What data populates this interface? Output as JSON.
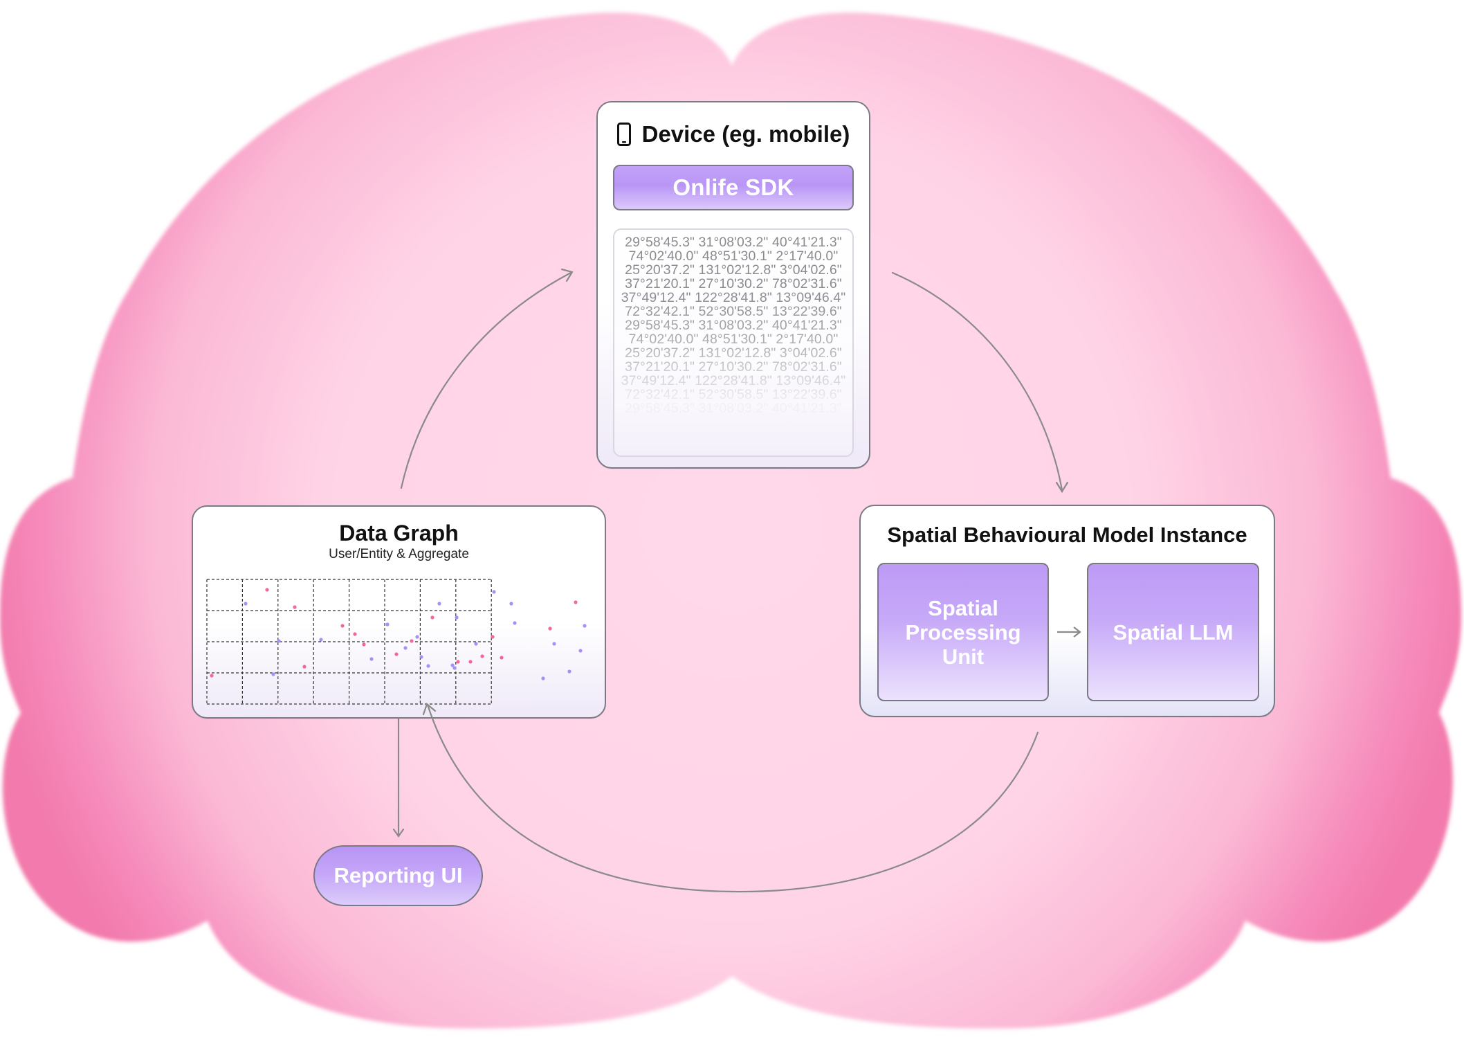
{
  "colors": {
    "brain_edge": "#f27aac",
    "brain_center": "#ffd9e9",
    "card_border": "#7a7a86",
    "purple_box": "#bd9bf6",
    "dot_purple": "#a98ff4",
    "dot_pink": "#f0669f",
    "arrow": "#8a8a8a"
  },
  "device": {
    "title": "Device (eg. mobile)",
    "icon": "smartphone-icon",
    "sdk_label": "Onlife SDK",
    "coordinates": [
      "29°58'45.3\" 31°08'03.2\" 40°41'21.3\"",
      "74°02'40.0\" 48°51'30.1\" 2°17'40.0\"",
      "25°20'37.2\" 131°02'12.8\" 3°04'02.6\"",
      "37°21'20.1\" 27°10'30.2\" 78°02'31.6\"",
      "37°49'12.4\" 122°28'41.8\" 13°09'46.4\"",
      "72°32'42.1\" 52°30'58.5\" 13°22'39.6\"",
      "29°58'45.3\" 31°08'03.2\" 40°41'21.3\"",
      "74°02'40.0\" 48°51'30.1\" 2°17'40.0\"",
      "25°20'37.2\" 131°02'12.8\" 3°04'02.6\"",
      "37°21'20.1\" 27°10'30.2\" 78°02'31.6\"",
      "37°49'12.4\" 122°28'41.8\" 13°09'46.4\"",
      "72°32'42.1\" 52°30'58.5\" 13°22'39.6\"",
      "29°58'45.3\" 31°08'03.2\" 40°41'21.3\""
    ]
  },
  "data_graph": {
    "title": "Data Graph",
    "subtitle": "User/Entity & Aggregate"
  },
  "model": {
    "title": "Spatial Behavioural Model Instance",
    "processing_unit": "Spatial\nProcessing\nUnit",
    "llm": "Spatial LLM"
  },
  "reporting": {
    "label": "Reporting UI"
  }
}
